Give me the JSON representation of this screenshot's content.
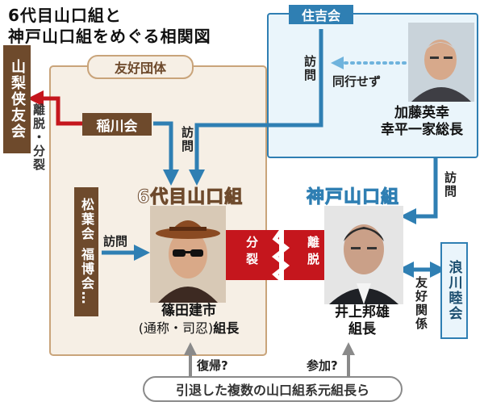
{
  "title": {
    "line1": "6代目山口組と",
    "line2": "神戸山口組をめぐる相関図"
  },
  "groups": {
    "yamanashi": "山梨侠友会",
    "yuko_dantai": "友好団体",
    "inagawa": "稲川会",
    "shoyo_fukuhaku": "松葉会 福博会…",
    "rokudaime": "6代目山口組",
    "sumiyoshi": "住吉会",
    "kobe": "神戸山口組",
    "namikawa": "浪川睦会",
    "retired": "引退した複数の山口組系元組長ら"
  },
  "people": {
    "kato": {
      "name": "加藤英幸",
      "title": "幸平一家総長"
    },
    "shinoda": {
      "name": "篠田建市",
      "alias": "(通称・司忍)",
      "title": "組長"
    },
    "inoue": {
      "name": "井上邦雄",
      "title": "組長"
    }
  },
  "relations": {
    "ridatsu_bunretsu": "離脱・分裂",
    "homon_inagawa": "訪問",
    "homon_sumiyoshi": "訪問",
    "doko_sezu": "同行せず",
    "homon_kobe": "訪問",
    "homon_shoyo": "訪問",
    "bunretsu": "分裂",
    "ridatsu": "離脱",
    "yuko_kankei": "友好関係",
    "fukki": "復帰?",
    "sanka": "参加?"
  },
  "colors": {
    "brown": "#6e4a2c",
    "tan_border": "#c9a47a",
    "tan_fill": "#f6efe5",
    "blue": "#2f7fb3",
    "light_blue": "#eaf5fb",
    "red": "#c5161d",
    "dark_red": "#a50f14",
    "gray": "#8a8a8a"
  }
}
